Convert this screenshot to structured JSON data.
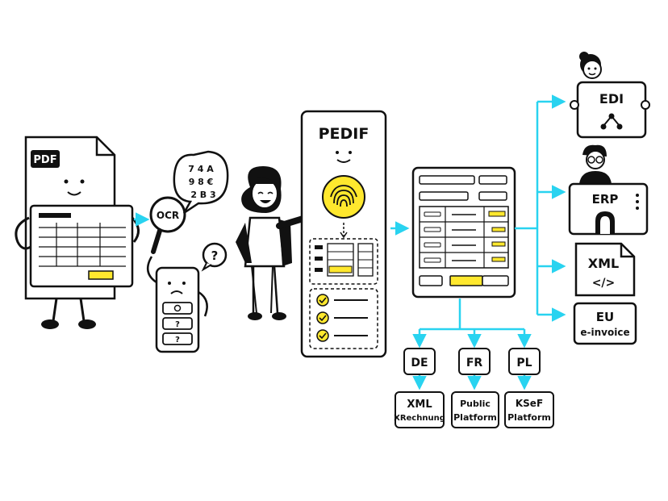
{
  "pdf_doc": {
    "badge": "PDF"
  },
  "ocr": {
    "lens_label": "OCR",
    "bubble_lines": [
      "7 4 A",
      "9 8 €",
      "2 B 3"
    ],
    "question_mark": "?"
  },
  "phone": {
    "field_2": "?",
    "field_3": "?"
  },
  "pedif": {
    "title": "PEDIF"
  },
  "outputs": {
    "edi": "EDI",
    "erp": "ERP",
    "xml": "XML",
    "xml_code": "</>",
    "eu_line1": "EU",
    "eu_line2": "e-invoice"
  },
  "countries": [
    {
      "code": "DE",
      "target_line1": "XML",
      "target_line2": "XRechnung"
    },
    {
      "code": "FR",
      "target_line1": "Public",
      "target_line2": "Platform"
    },
    {
      "code": "PL",
      "target_line1": "KSeF",
      "target_line2": "Platform"
    }
  ],
  "colors": {
    "accent_cyan": "#29d3f0",
    "highlight_yellow": "#ffe82e",
    "ink": "#111111"
  },
  "icons": [
    "pdf-document-icon",
    "magnifier-icon",
    "speech-bubble-icon",
    "phone-icon",
    "fingerprint-icon",
    "checkmark-icon",
    "network-icon",
    "code-icon"
  ]
}
